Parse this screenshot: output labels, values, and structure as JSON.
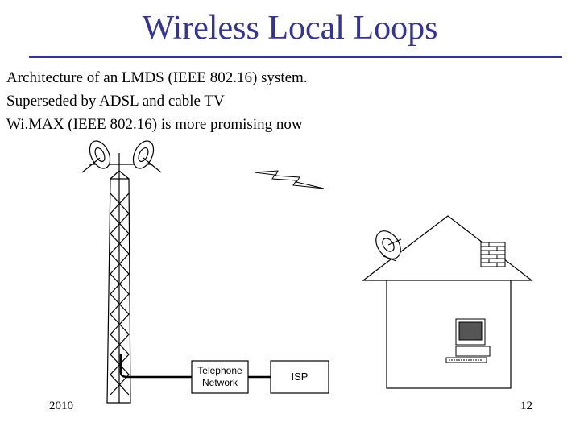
{
  "slide": {
    "title": "Wireless Local Loops",
    "bullets": [
      "Architecture of an LMDS (IEEE 802.16) system.",
      "Superseded by ADSL and cable TV",
      "Wi.MAX (IEEE 802.16) is more promising now"
    ],
    "footer_left": "2010",
    "footer_right": "12",
    "title_color": "#333399"
  },
  "diagram": {
    "telephone_network_label": [
      "Telephone",
      "Network"
    ],
    "isp_label": "ISP",
    "icons": [
      "tower-icon",
      "dish-antenna-icon",
      "lightning-signal-icon",
      "house-icon",
      "chimney-icon",
      "computer-icon"
    ]
  }
}
